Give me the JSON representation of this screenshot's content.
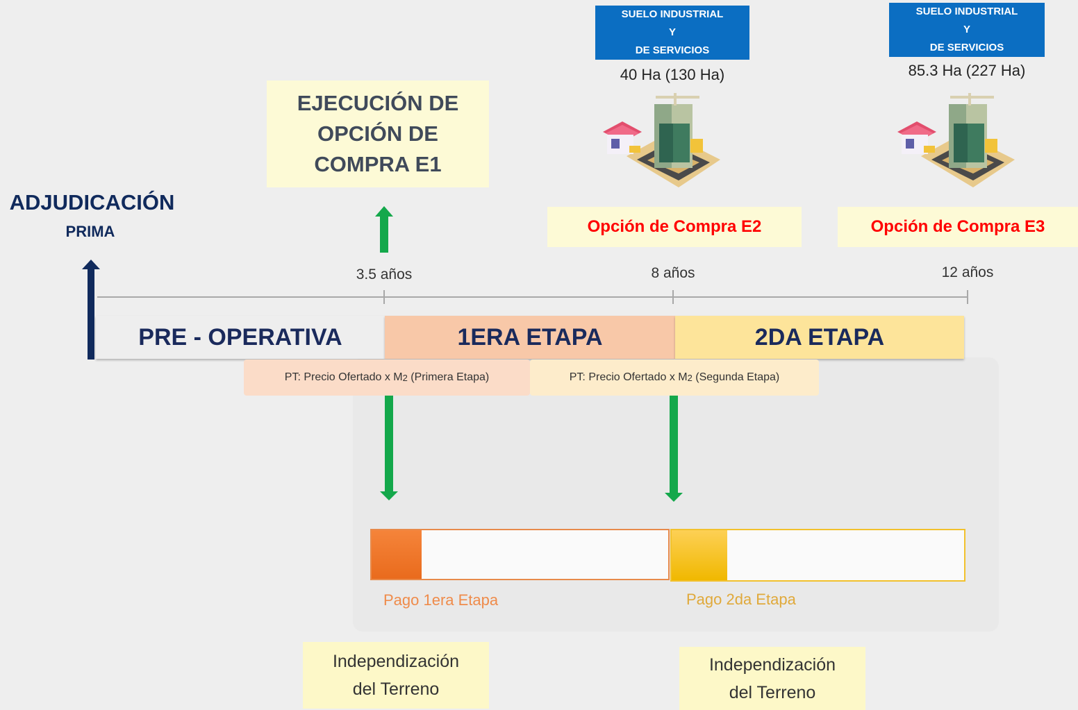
{
  "colors": {
    "navy": "#102a5c",
    "green_arrow": "#14a84b",
    "blue_box": "#0b6ec2",
    "option_red": "#ff0000",
    "pre_operativa": "#eeeeee",
    "etapa1": "#f8c8a8",
    "etapa2": "#fde49a",
    "pay1": "#f08430",
    "pay2": "#f5c218"
  },
  "adjudicacion": {
    "title": "ADJUDICACIÓN",
    "subtitle": "PRIMA"
  },
  "ejecucion": {
    "line1": "EJECUCIÓN DE",
    "line2": "OPCIÓN DE",
    "line3": "COMPRA E1"
  },
  "suelo_e2": {
    "line1": "SUELO INDUSTRIAL",
    "line2": "Y",
    "line3": "DE SERVICIOS",
    "area": "40 Ha (130 Ha)",
    "icon": "industrial-building-icon"
  },
  "suelo_e3": {
    "line1": "SUELO INDUSTRIAL",
    "line2": "Y",
    "line3": "DE SERVICIOS",
    "area": "85.3 Ha (227 Ha)",
    "icon": "industrial-building-icon"
  },
  "options": {
    "e2": "Opción de Compra E2",
    "e3": "Opción de Compra E3"
  },
  "timeline": {
    "t1": "3.5 años",
    "t2": "8 años",
    "t3": "12 años"
  },
  "phases": {
    "pre": "PRE - OPERATIVA",
    "etapa1": "1ERA ETAPA",
    "etapa2": "2DA ETAPA"
  },
  "pt": {
    "first_prefix": "PT: Precio Ofertado x M",
    "first_sup": "2",
    "first_suffix": " (Primera Etapa)",
    "second_prefix": "PT: Precio Ofertado x M",
    "second_sup": "2",
    "second_suffix": " (Segunda Etapa)"
  },
  "payments": {
    "p1": "Pago 1era Etapa",
    "p2": "Pago 2da Etapa"
  },
  "independizacion": {
    "a_line1": "Independización",
    "a_line2": "del Terreno",
    "b_line1": "Independización",
    "b_line2": "del Terreno"
  }
}
